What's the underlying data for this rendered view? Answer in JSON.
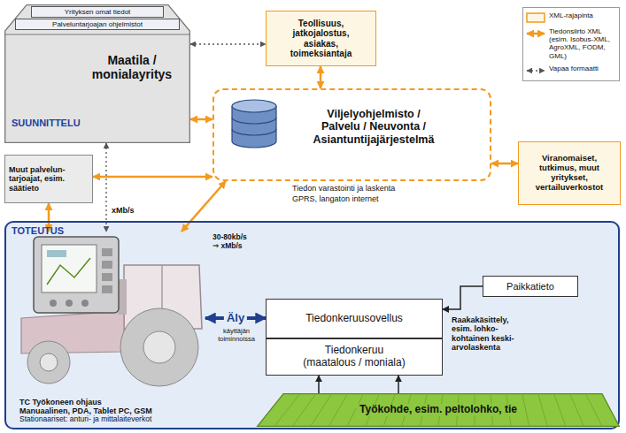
{
  "diagram": {
    "nodes": [
      {
        "text": [
          "Maatila / monialayritys",
          "SUUNNITTELU"
        ]
      },
      {
        "text": [
          "Yrityksen omat tiedot"
        ],
        "in": 0
      },
      {
        "text": [
          "Palveluntarjoajan ohjelmistot"
        ],
        "in": 0
      },
      {
        "text": [
          "Teollisuus, jatkojalostus, asiakas, toimeksiantaja"
        ]
      },
      {
        "text": [
          "Viljelyohjelmisto / Palvelu / Neuvonta / Asiantuntijajärjestelmä"
        ]
      },
      {
        "text": [
          "Muut palvelun- tarjoajat, esim. säätieto"
        ]
      },
      {
        "text": [
          "Viranomaiset, tutkimus, muut yritykset, vertailuverkostot"
        ]
      },
      {
        "text": [
          "TOTEUTUS"
        ]
      },
      {
        "text": [
          "TC Työkoneen ohjaus",
          "Manuaalinen, PDA, Tablet PC, GSM",
          "Stationaariset: anturi- ja mittalaiteverkot"
        ],
        "in": 7
      },
      {
        "text": [
          "Paikkatieto"
        ],
        "in": 7
      },
      {
        "text": [
          "Tiedonkeruusovellus"
        ],
        "in": 7
      },
      {
        "text": [
          "Tiedonkeruu (maatalous / moniala)"
        ],
        "in": 7
      },
      {
        "text": [
          "Työkohde, esim. peltolohko, tie"
        ],
        "in": 7
      }
    ],
    "edges": [
      {
        "from": 4,
        "to": 0,
        "arrow": "both"
      },
      {
        "from": 0,
        "to": 3,
        "arrow": "both"
      },
      {
        "from": 3,
        "to": 4,
        "arrow": "both"
      },
      {
        "from": 4,
        "to": 6,
        "arrow": "both"
      },
      {
        "from": 5,
        "to": 4,
        "arrow": "both"
      },
      {
        "from": 0,
        "to": 8,
        "label": "xMb/s",
        "arrow": "both"
      },
      {
        "from": 5,
        "to": 8,
        "arrow": "both"
      },
      {
        "from": 4,
        "to": 8,
        "arrow": "both"
      },
      {
        "from": 8,
        "to": 10,
        "label": "Äly",
        "arrow": "both"
      },
      {
        "from": 9,
        "to": 10,
        "arrow": "to"
      },
      {
        "from": 12,
        "to": 11,
        "arrow": "to"
      },
      {
        "from": 12,
        "to": 11,
        "arrow": "to"
      }
    ],
    "labels": [
      "Tiedon varastointi ja laskenta",
      "GPRS, langaton internet",
      "30-80kb/s ⇒ xMb/s",
      "käyttäjän toiminnoissa",
      "Raakakäsittely, esim. lohko- kohtainen keski- arvolaskenta"
    ],
    "legend": [
      {
        "text": "XML-rajapinta"
      },
      {
        "text": "Tiedonsiirto XML (esim. Isobus-XML, AgroXML, FODM, GML)"
      },
      {
        "text": "Vapaa formaatti"
      }
    ]
  }
}
